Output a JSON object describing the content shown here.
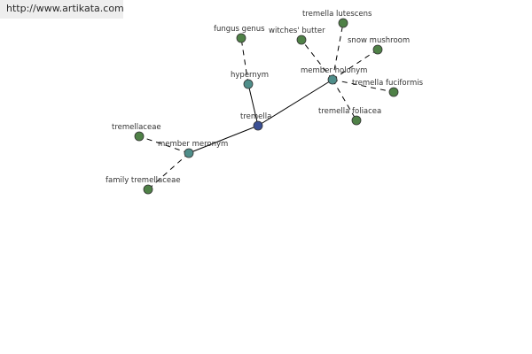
{
  "site": {
    "url": "http://www.artikata.com"
  },
  "colors": {
    "center_node": "#3a4f94",
    "relation_node": "#4f8e8a",
    "term_node": "#4f8147",
    "node_outline": "#333333"
  },
  "graph": {
    "nodes": [
      {
        "id": "tremella",
        "label": "tremella",
        "kind": "center"
      },
      {
        "id": "hypernym",
        "label": "hypernym",
        "kind": "relation"
      },
      {
        "id": "member-holonym",
        "label": "member holonym",
        "kind": "relation"
      },
      {
        "id": "member-meronym",
        "label": "member meronym",
        "kind": "relation"
      },
      {
        "id": "fungus-genus",
        "label": "fungus genus",
        "kind": "term"
      },
      {
        "id": "witches-butter",
        "label": "witches' butter",
        "kind": "term"
      },
      {
        "id": "tremella-lutescens",
        "label": "tremella lutescens",
        "kind": "term"
      },
      {
        "id": "snow-mushroom",
        "label": "snow mushroom",
        "kind": "term"
      },
      {
        "id": "tremella-fuciformis",
        "label": "tremella fuciformis",
        "kind": "term"
      },
      {
        "id": "tremella-foliacea",
        "label": "tremella foliacea",
        "kind": "term"
      },
      {
        "id": "tremellaceae",
        "label": "tremellaceae",
        "kind": "term"
      },
      {
        "id": "family-tremellaceae",
        "label": "family tremellaceae",
        "kind": "term"
      }
    ],
    "edges": [
      {
        "from": "tremella",
        "to": "hypernym",
        "style": "solid"
      },
      {
        "from": "tremella",
        "to": "member-holonym",
        "style": "solid"
      },
      {
        "from": "tremella",
        "to": "member-meronym",
        "style": "solid"
      },
      {
        "from": "hypernym",
        "to": "fungus-genus",
        "style": "dashed"
      },
      {
        "from": "member-holonym",
        "to": "witches-butter",
        "style": "dashed"
      },
      {
        "from": "member-holonym",
        "to": "tremella-lutescens",
        "style": "dashed"
      },
      {
        "from": "member-holonym",
        "to": "snow-mushroom",
        "style": "dashed"
      },
      {
        "from": "member-holonym",
        "to": "tremella-fuciformis",
        "style": "dashed"
      },
      {
        "from": "member-holonym",
        "to": "tremella-foliacea",
        "style": "dashed"
      },
      {
        "from": "member-meronym",
        "to": "tremellaceae",
        "style": "dashed"
      },
      {
        "from": "member-meronym",
        "to": "family-tremellaceae",
        "style": "dashed"
      }
    ]
  }
}
